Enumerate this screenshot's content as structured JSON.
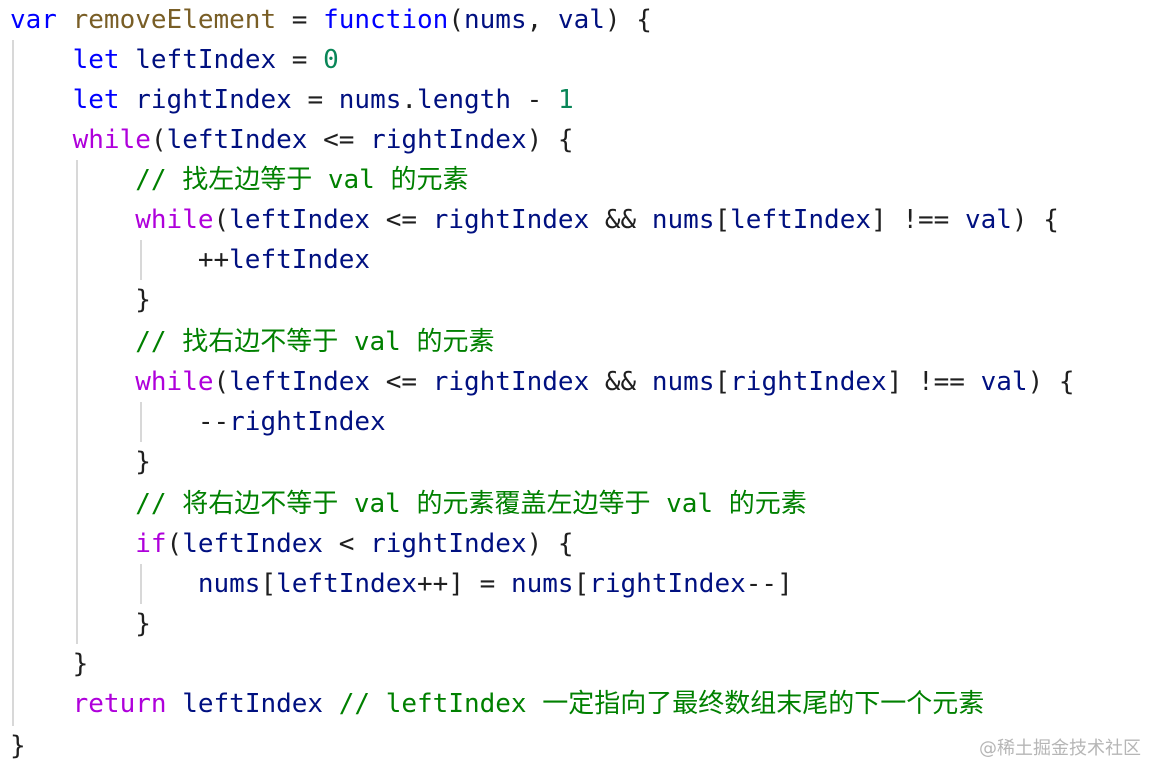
{
  "code": {
    "lines": [
      {
        "tokens": [
          {
            "t": "var",
            "c": "kw-blue"
          },
          {
            "t": " ",
            "c": "plain"
          },
          {
            "t": "removeElement",
            "c": "fn"
          },
          {
            "t": " = ",
            "c": "plain"
          },
          {
            "t": "function",
            "c": "kw-blue"
          },
          {
            "t": "(",
            "c": "plain"
          },
          {
            "t": "nums",
            "c": "var"
          },
          {
            "t": ", ",
            "c": "plain"
          },
          {
            "t": "val",
            "c": "var"
          },
          {
            "t": ") {",
            "c": "plain"
          }
        ]
      },
      {
        "tokens": [
          {
            "t": "    ",
            "c": "plain"
          },
          {
            "t": "let",
            "c": "kw-blue"
          },
          {
            "t": " ",
            "c": "plain"
          },
          {
            "t": "leftIndex",
            "c": "var"
          },
          {
            "t": " = ",
            "c": "plain"
          },
          {
            "t": "0",
            "c": "num"
          }
        ]
      },
      {
        "tokens": [
          {
            "t": "    ",
            "c": "plain"
          },
          {
            "t": "let",
            "c": "kw-blue"
          },
          {
            "t": " ",
            "c": "plain"
          },
          {
            "t": "rightIndex",
            "c": "var"
          },
          {
            "t": " = ",
            "c": "plain"
          },
          {
            "t": "nums",
            "c": "var"
          },
          {
            "t": ".",
            "c": "plain"
          },
          {
            "t": "length",
            "c": "var"
          },
          {
            "t": " - ",
            "c": "plain"
          },
          {
            "t": "1",
            "c": "num"
          }
        ]
      },
      {
        "tokens": [
          {
            "t": "    ",
            "c": "plain"
          },
          {
            "t": "while",
            "c": "kw-purple"
          },
          {
            "t": "(",
            "c": "plain"
          },
          {
            "t": "leftIndex",
            "c": "var"
          },
          {
            "t": " <= ",
            "c": "plain"
          },
          {
            "t": "rightIndex",
            "c": "var"
          },
          {
            "t": ") {",
            "c": "plain"
          }
        ]
      },
      {
        "tokens": [
          {
            "t": "        ",
            "c": "plain"
          },
          {
            "t": "// 找左边等于 val 的元素",
            "c": "cm"
          }
        ]
      },
      {
        "tokens": [
          {
            "t": "        ",
            "c": "plain"
          },
          {
            "t": "while",
            "c": "kw-purple"
          },
          {
            "t": "(",
            "c": "plain"
          },
          {
            "t": "leftIndex",
            "c": "var"
          },
          {
            "t": " <= ",
            "c": "plain"
          },
          {
            "t": "rightIndex",
            "c": "var"
          },
          {
            "t": " && ",
            "c": "plain"
          },
          {
            "t": "nums",
            "c": "var"
          },
          {
            "t": "[",
            "c": "plain"
          },
          {
            "t": "leftIndex",
            "c": "var"
          },
          {
            "t": "] !== ",
            "c": "plain"
          },
          {
            "t": "val",
            "c": "var"
          },
          {
            "t": ") {",
            "c": "plain"
          }
        ]
      },
      {
        "tokens": [
          {
            "t": "            ",
            "c": "plain"
          },
          {
            "t": "++",
            "c": "plain"
          },
          {
            "t": "leftIndex",
            "c": "var"
          }
        ]
      },
      {
        "tokens": [
          {
            "t": "        ",
            "c": "plain"
          },
          {
            "t": "}",
            "c": "plain"
          }
        ]
      },
      {
        "tokens": [
          {
            "t": "        ",
            "c": "plain"
          },
          {
            "t": "// 找右边不等于 val 的元素",
            "c": "cm"
          }
        ]
      },
      {
        "tokens": [
          {
            "t": "        ",
            "c": "plain"
          },
          {
            "t": "while",
            "c": "kw-purple"
          },
          {
            "t": "(",
            "c": "plain"
          },
          {
            "t": "leftIndex",
            "c": "var"
          },
          {
            "t": " <= ",
            "c": "plain"
          },
          {
            "t": "rightIndex",
            "c": "var"
          },
          {
            "t": " && ",
            "c": "plain"
          },
          {
            "t": "nums",
            "c": "var"
          },
          {
            "t": "[",
            "c": "plain"
          },
          {
            "t": "rightIndex",
            "c": "var"
          },
          {
            "t": "] !== ",
            "c": "plain"
          },
          {
            "t": "val",
            "c": "var"
          },
          {
            "t": ") {",
            "c": "plain"
          }
        ]
      },
      {
        "tokens": [
          {
            "t": "            ",
            "c": "plain"
          },
          {
            "t": "--",
            "c": "plain"
          },
          {
            "t": "rightIndex",
            "c": "var"
          }
        ]
      },
      {
        "tokens": [
          {
            "t": "        ",
            "c": "plain"
          },
          {
            "t": "}",
            "c": "plain"
          }
        ]
      },
      {
        "tokens": [
          {
            "t": "        ",
            "c": "plain"
          },
          {
            "t": "// 将右边不等于 val 的元素覆盖左边等于 val 的元素",
            "c": "cm"
          }
        ]
      },
      {
        "tokens": [
          {
            "t": "        ",
            "c": "plain"
          },
          {
            "t": "if",
            "c": "kw-purple"
          },
          {
            "t": "(",
            "c": "plain"
          },
          {
            "t": "leftIndex",
            "c": "var"
          },
          {
            "t": " < ",
            "c": "plain"
          },
          {
            "t": "rightIndex",
            "c": "var"
          },
          {
            "t": ") {",
            "c": "plain"
          }
        ]
      },
      {
        "tokens": [
          {
            "t": "            ",
            "c": "plain"
          },
          {
            "t": "nums",
            "c": "var"
          },
          {
            "t": "[",
            "c": "plain"
          },
          {
            "t": "leftIndex",
            "c": "var"
          },
          {
            "t": "++] = ",
            "c": "plain"
          },
          {
            "t": "nums",
            "c": "var"
          },
          {
            "t": "[",
            "c": "plain"
          },
          {
            "t": "rightIndex",
            "c": "var"
          },
          {
            "t": "--]",
            "c": "plain"
          }
        ]
      },
      {
        "tokens": [
          {
            "t": "        ",
            "c": "plain"
          },
          {
            "t": "}",
            "c": "plain"
          }
        ]
      },
      {
        "tokens": [
          {
            "t": "    ",
            "c": "plain"
          },
          {
            "t": "}",
            "c": "plain"
          }
        ]
      },
      {
        "tokens": [
          {
            "t": "    ",
            "c": "plain"
          },
          {
            "t": "return",
            "c": "kw-purple"
          },
          {
            "t": " ",
            "c": "plain"
          },
          {
            "t": "leftIndex",
            "c": "var"
          },
          {
            "t": " ",
            "c": "plain"
          },
          {
            "t": "// leftIndex 一定指向了最终数组末尾的下一个元素",
            "c": "cm"
          }
        ]
      },
      {
        "tokens": [
          {
            "t": "}",
            "c": "plain"
          }
        ]
      }
    ]
  },
  "watermark": "@稀土掘金技术社区",
  "colors": {
    "keyword_blue": "#0000ff",
    "keyword_purple": "#af00db",
    "function_name": "#795e26",
    "variable": "#001080",
    "number": "#098658",
    "comment": "#008000"
  }
}
